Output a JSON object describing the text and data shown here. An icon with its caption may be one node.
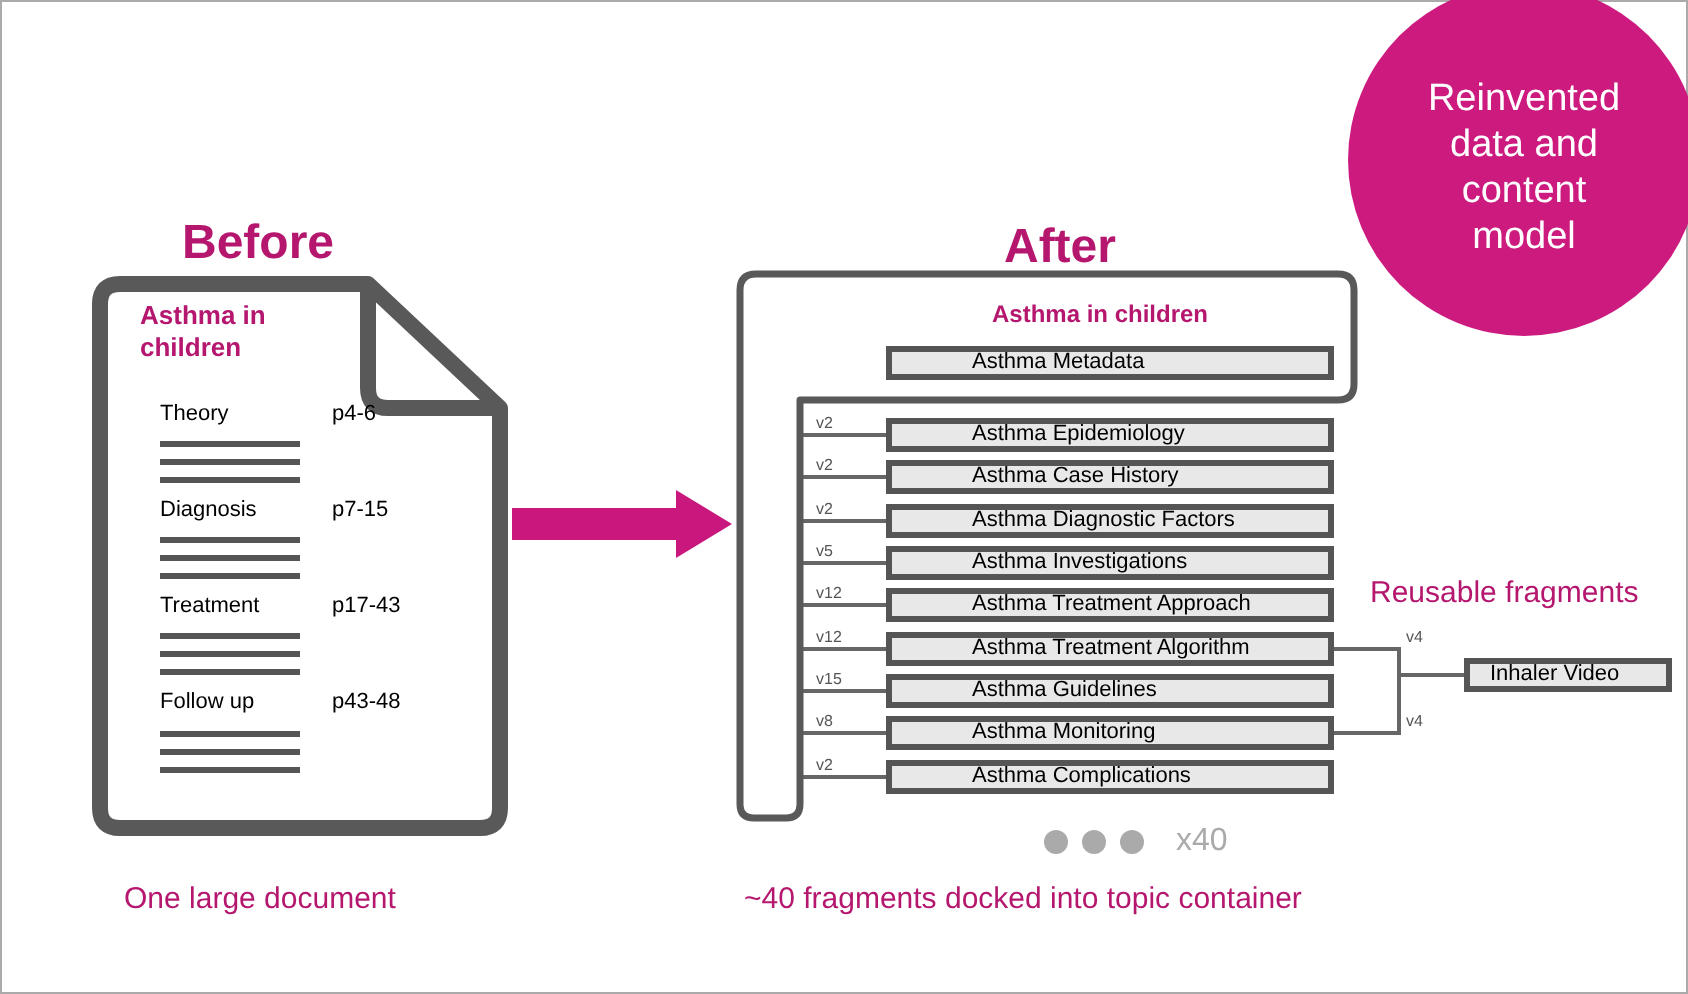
{
  "diagram": {
    "nodes": [
      {
        "text": [
          "Reinvented data and content model"
        ]
      },
      {
        "text": [
          "Before",
          "Asthma in children"
        ],
        "beside": [
          "One large document"
        ]
      },
      {
        "text": [
          "After",
          "Asthma in children"
        ],
        "beside": [
          "~40 fragments docked into topic container"
        ]
      },
      {
        "text": [
          "Asthma Metadata"
        ],
        "in": 2
      },
      {
        "text": [
          "Asthma Epidemiology"
        ]
      },
      {
        "text": [
          "Asthma Case History"
        ]
      },
      {
        "text": [
          "Asthma Diagnostic Factors"
        ]
      },
      {
        "text": [
          "Asthma Investigations"
        ]
      },
      {
        "text": [
          "Asthma Treatment Approach"
        ]
      },
      {
        "text": [
          "Asthma Treatment Algorithm"
        ]
      },
      {
        "text": [
          "Asthma Guidelines"
        ]
      },
      {
        "text": [
          "Asthma Monitoring"
        ]
      },
      {
        "text": [
          "Asthma Complications"
        ]
      },
      {
        "text": [
          "Inhaler Video"
        ],
        "beside": [
          "Reusable fragments"
        ]
      }
    ],
    "edges": [
      {
        "from": 1,
        "to": 2,
        "arrow": "to",
        "style": "thick",
        "color": "#c9177e"
      },
      {
        "from": 2,
        "to": 4,
        "arrow": "none",
        "label": "v2"
      },
      {
        "from": 2,
        "to": 5,
        "arrow": "none",
        "label": "v2"
      },
      {
        "from": 2,
        "to": 6,
        "arrow": "none",
        "label": "v2"
      },
      {
        "from": 2,
        "to": 7,
        "arrow": "none",
        "label": "v5"
      },
      {
        "from": 2,
        "to": 8,
        "arrow": "none",
        "label": "v12"
      },
      {
        "from": 2,
        "to": 9,
        "arrow": "none",
        "label": "v12"
      },
      {
        "from": 2,
        "to": 10,
        "arrow": "none",
        "label": "v15"
      },
      {
        "from": 2,
        "to": 11,
        "arrow": "none",
        "label": "v8"
      },
      {
        "from": 2,
        "to": 12,
        "arrow": "none",
        "label": "v2"
      },
      {
        "from": 9,
        "to": 13,
        "arrow": "none",
        "label": "v4"
      },
      {
        "from": 11,
        "to": 13,
        "arrow": "none",
        "label": "v4"
      }
    ],
    "labels": [
      "Theory",
      "p4-6",
      "Diagnosis",
      "p7-15",
      "Treatment",
      "p17-43",
      "Follow up",
      "p43-48",
      "x40"
    ]
  }
}
